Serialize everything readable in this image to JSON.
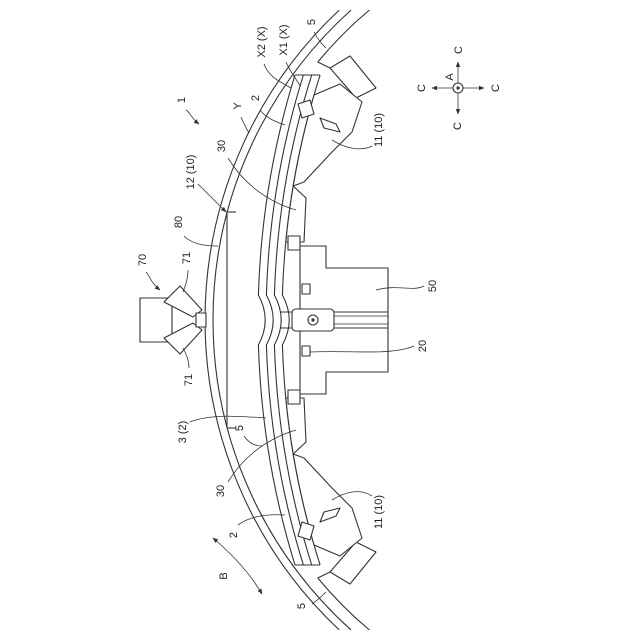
{
  "labels": {
    "ref_1": "1",
    "x2": "X2 (X)",
    "x1": "X1 (X)",
    "ref5_top": "5",
    "y": "Y",
    "ref2_top": "2",
    "ref11_top": "11 (10)",
    "ref30_top": "30",
    "ref12": "12 (10)",
    "ref80": "80",
    "ref70": "70",
    "ref71_top": "71",
    "ref71_bottom": "71",
    "ref50": "50",
    "ref20": "20",
    "ref3": "3 (2)",
    "ref5_mid": "5",
    "ref30_bottom": "30",
    "ref2_bottom": "2",
    "ref11_bottom": "11 (10)",
    "b": "B",
    "ref5_bottom": "5"
  },
  "compass": {
    "center": "A",
    "up": "C",
    "left": "C",
    "right": "C",
    "down": "C"
  }
}
